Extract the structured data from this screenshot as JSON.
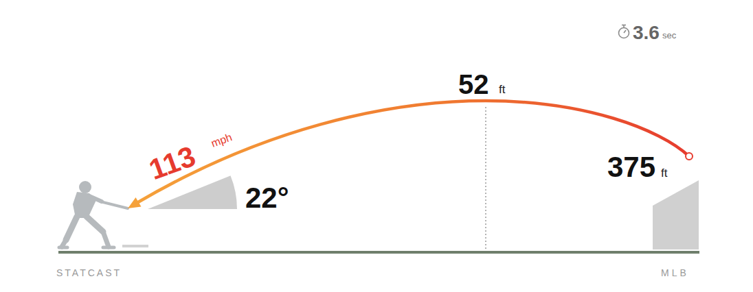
{
  "diagram": {
    "labels": [
      "3.6",
      "sec",
      "52",
      "ft",
      "113",
      "mph",
      "22°",
      "375",
      "ft",
      "STATCAST",
      "MLB"
    ]
  }
}
